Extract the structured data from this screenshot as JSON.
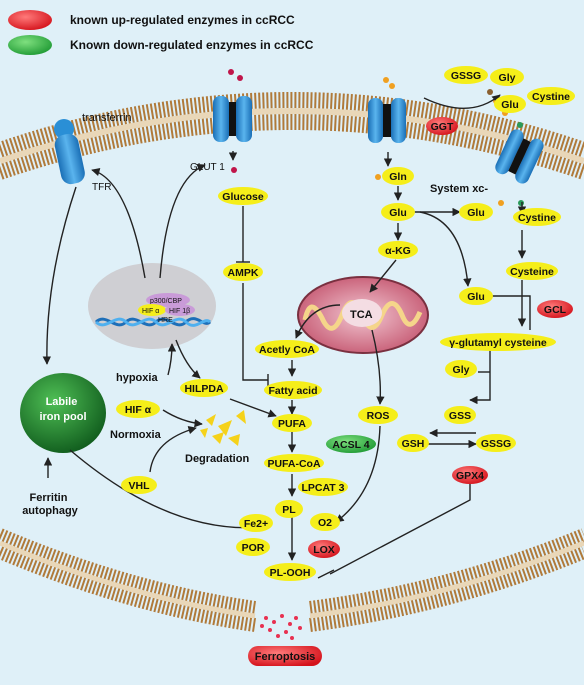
{
  "legend": {
    "up_label": "known up-regulated enzymes in ccRCC",
    "down_label": "Known down-regulated enzymes in ccRCC",
    "up_color": "#e8202a",
    "down_color": "#3cb54a"
  },
  "colors": {
    "background": "#dff0f8",
    "membrane": "#c89a5a",
    "metabolite_fill": "#f5ee1a",
    "transporter": "#2a8fd6",
    "mitochondrion": "#c2506a",
    "pool": "#1f7a2e",
    "ferroptosis": "#e8202a"
  },
  "labels": {
    "transferrin": "transferrin",
    "tfr": "TFR",
    "glut1": "GLUT 1",
    "system_xc": "System xc-",
    "hypoxia": "hypoxia",
    "normoxia": "Normoxia",
    "degradation": "Degradation",
    "ferritin_autophagy": "Ferritin\nautophagy",
    "labile_iron_pool": "Labile\niron pool",
    "hif_complex_top": "p300/CBP",
    "hif_complex_a": "HIF α",
    "hif_complex_b": "HIF 1β",
    "hre": "HRE",
    "tca": "TCA",
    "ferroptosis": "Ferroptosis"
  },
  "nodes": {
    "gssg_top": "GSSG",
    "ggt": "GGT",
    "gly_top": "Gly",
    "glu_top": "Glu",
    "cystine_top": "Cystine",
    "gln": "Gln",
    "glu_mid": "Glu",
    "glu_xc": "Glu",
    "cystine_in": "Cystine",
    "cysteine": "Cysteine",
    "akg": "α-KG",
    "glu_low": "Glu",
    "gcl": "GCL",
    "gamma_glu_cys": "γ-glutamyl cysteine",
    "glucose": "Glucose",
    "ampk": "AMPK",
    "acetyl_coa": "Acetly CoA",
    "fatty_acid": "Fatty acid",
    "hilpda": "HILPDA",
    "hif_alpha": "HIF α",
    "pufa": "PUFA",
    "acsl4": "ACSL 4",
    "pufa_coa": "PUFA-CoA",
    "lpcat3": "LPCAT 3",
    "pl": "PL",
    "fe2": "Fe2+",
    "por": "POR",
    "o2": "O2",
    "lox": "LOX",
    "pl_ooh": "PL-OOH",
    "vhl": "VHL",
    "ros": "ROS",
    "gly_low": "Gly",
    "gss": "GSS",
    "gsh": "GSH",
    "gssg_low": "GSSG",
    "gpx4": "GPX4"
  }
}
